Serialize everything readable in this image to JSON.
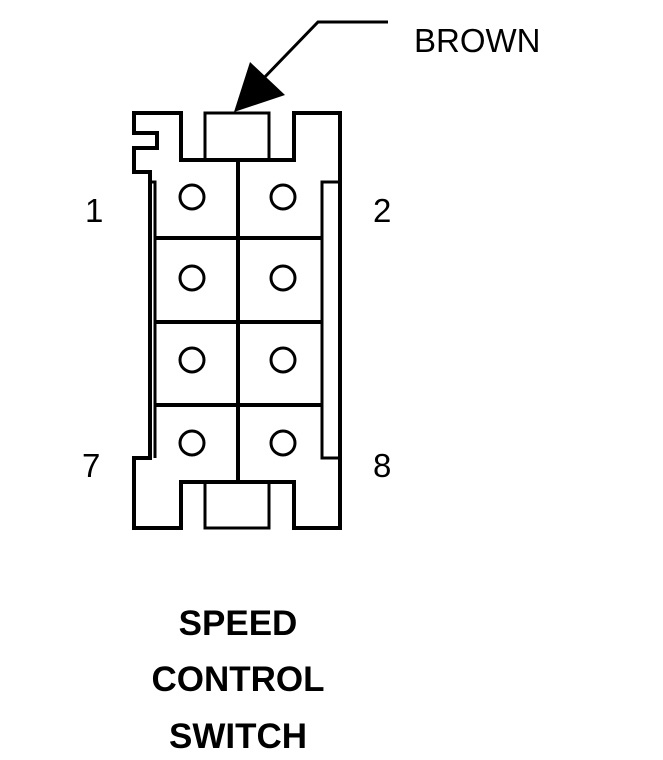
{
  "wire_label": "BROWN",
  "pin_labels": {
    "top_left": "1",
    "top_right": "2",
    "bottom_left": "7",
    "bottom_right": "8"
  },
  "title": {
    "line1": "SPEED",
    "line2": "CONTROL",
    "line3": "SWITCH"
  },
  "colors": {
    "line": "#000000",
    "background": "#ffffff"
  }
}
